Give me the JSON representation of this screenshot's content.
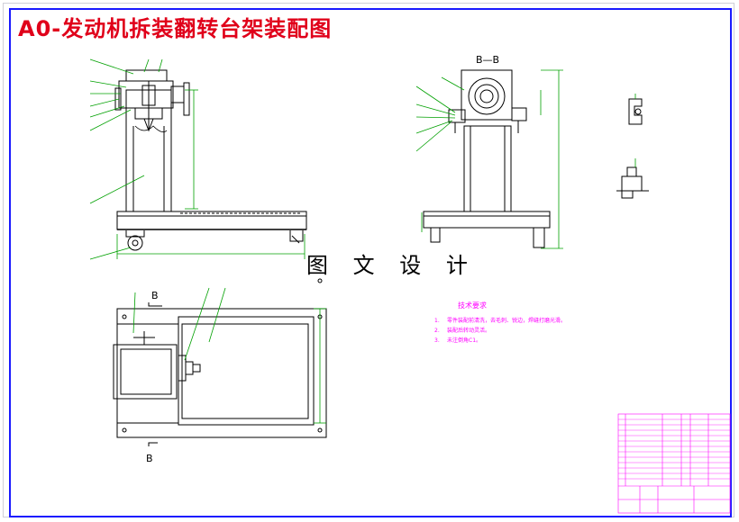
{
  "title": "A0-发动机拆装翻转台架装配图",
  "watermark": "图 文 设 计",
  "section_title": "B—B",
  "section_mark_top": "B",
  "section_mark_bottom": "B",
  "tech_req": {
    "heading": "技术要求",
    "items": [
      {
        "num": "1.",
        "text": "零件装配前清洗，去毛刺、锐边，焊缝打磨光滑。"
      },
      {
        "num": "2.",
        "text": "装配后转动灵活。"
      },
      {
        "num": "3.",
        "text": "未注倒角C1。"
      }
    ]
  },
  "colors": {
    "title": "#e0001a",
    "frame": "#1a1aff",
    "line": "#000000",
    "dimension": "#00a000",
    "leader": "#00a000",
    "table": "#ff00ff",
    "tech_text": "#ff00ff"
  }
}
